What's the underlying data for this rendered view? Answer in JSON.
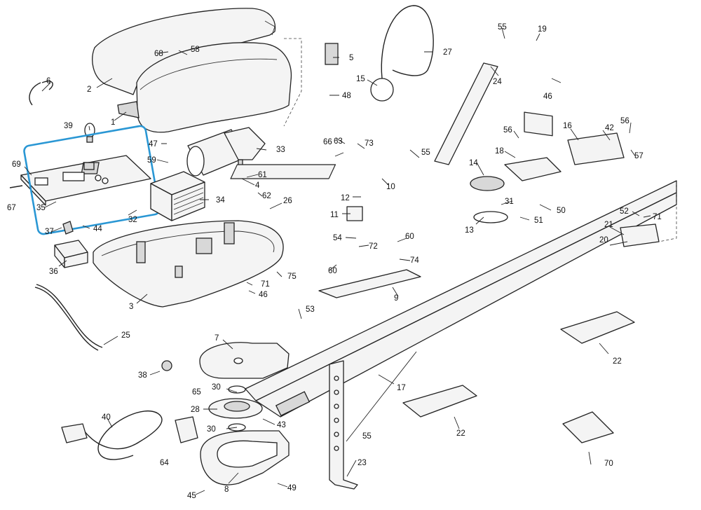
{
  "highlight_color": "#2a97d4",
  "callouts": [
    {
      "id": "c1",
      "text": "1"
    },
    {
      "id": "c2",
      "text": "2"
    },
    {
      "id": "c3",
      "text": "3"
    },
    {
      "id": "c4",
      "text": "4"
    },
    {
      "id": "c5",
      "text": "5"
    },
    {
      "id": "c6",
      "text": "6"
    },
    {
      "id": "c7",
      "text": "7"
    },
    {
      "id": "c8",
      "text": "8"
    },
    {
      "id": "c9",
      "text": "9"
    },
    {
      "id": "c10",
      "text": "10"
    },
    {
      "id": "c11",
      "text": "11"
    },
    {
      "id": "c12",
      "text": "12"
    },
    {
      "id": "c13",
      "text": "13"
    },
    {
      "id": "c14",
      "text": "14"
    },
    {
      "id": "c15",
      "text": "15"
    },
    {
      "id": "c16",
      "text": "16"
    },
    {
      "id": "c17",
      "text": "17"
    },
    {
      "id": "c18",
      "text": "18"
    },
    {
      "id": "c19",
      "text": "19"
    },
    {
      "id": "c20",
      "text": "20"
    },
    {
      "id": "c21",
      "text": "21"
    },
    {
      "id": "c22a",
      "text": "22"
    },
    {
      "id": "c22b",
      "text": "22"
    },
    {
      "id": "c23",
      "text": "23"
    },
    {
      "id": "c24",
      "text": "24"
    },
    {
      "id": "c25",
      "text": "25"
    },
    {
      "id": "c26",
      "text": "26"
    },
    {
      "id": "c27",
      "text": "27"
    },
    {
      "id": "c28",
      "text": "28"
    },
    {
      "id": "c30a",
      "text": "30"
    },
    {
      "id": "c30b",
      "text": "30"
    },
    {
      "id": "c31",
      "text": "31"
    },
    {
      "id": "c32",
      "text": "32"
    },
    {
      "id": "c33",
      "text": "33"
    },
    {
      "id": "c34",
      "text": "34"
    },
    {
      "id": "c35",
      "text": "35"
    },
    {
      "id": "c36",
      "text": "36"
    },
    {
      "id": "c37",
      "text": "37"
    },
    {
      "id": "c38",
      "text": "38"
    },
    {
      "id": "c39",
      "text": "39"
    },
    {
      "id": "c40",
      "text": "40"
    },
    {
      "id": "c42",
      "text": "42"
    },
    {
      "id": "c43",
      "text": "43"
    },
    {
      "id": "c44",
      "text": "44"
    },
    {
      "id": "c45",
      "text": "45"
    },
    {
      "id": "c46a",
      "text": "46"
    },
    {
      "id": "c46b",
      "text": "46"
    },
    {
      "id": "c47",
      "text": "47"
    },
    {
      "id": "c48",
      "text": "48"
    },
    {
      "id": "c49",
      "text": "49"
    },
    {
      "id": "c50",
      "text": "50"
    },
    {
      "id": "c51",
      "text": "51"
    },
    {
      "id": "c52",
      "text": "52"
    },
    {
      "id": "c53",
      "text": "53"
    },
    {
      "id": "c54",
      "text": "54"
    },
    {
      "id": "c55a",
      "text": "55"
    },
    {
      "id": "c55b",
      "text": "55"
    },
    {
      "id": "c55c",
      "text": "55"
    },
    {
      "id": "c56a",
      "text": "56"
    },
    {
      "id": "c56b",
      "text": "56"
    },
    {
      "id": "c57",
      "text": "57"
    },
    {
      "id": "c58",
      "text": "58"
    },
    {
      "id": "c59",
      "text": "59"
    },
    {
      "id": "c60a",
      "text": "60"
    },
    {
      "id": "c60b",
      "text": "60"
    },
    {
      "id": "c61",
      "text": "61"
    },
    {
      "id": "c62",
      "text": "62"
    },
    {
      "id": "c63",
      "text": "63"
    },
    {
      "id": "c64",
      "text": "64"
    },
    {
      "id": "c65",
      "text": "65"
    },
    {
      "id": "c66",
      "text": "66"
    },
    {
      "id": "c67",
      "text": "67"
    },
    {
      "id": "c68",
      "text": "68"
    },
    {
      "id": "c69",
      "text": "69"
    },
    {
      "id": "c70",
      "text": "70"
    },
    {
      "id": "c71a",
      "text": "71"
    },
    {
      "id": "c71b",
      "text": "71"
    },
    {
      "id": "c72",
      "text": "72"
    },
    {
      "id": "c73",
      "text": "73"
    },
    {
      "id": "c74",
      "text": "74"
    },
    {
      "id": "c75",
      "text": "75"
    }
  ]
}
